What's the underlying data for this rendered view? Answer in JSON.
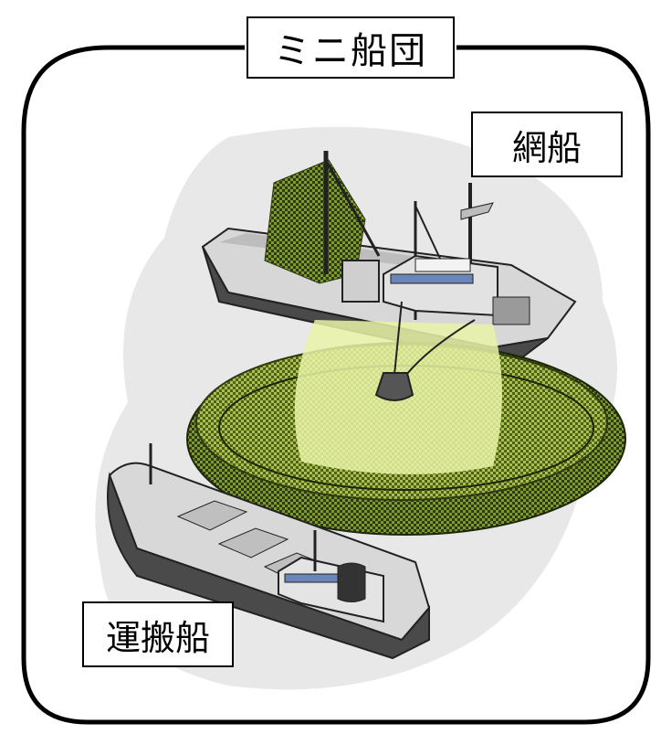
{
  "title": "ミニ船団",
  "labels": {
    "net_boat": "網船",
    "carrier_boat": "運搬船"
  },
  "colors": {
    "net_green": "#8ea63d",
    "light_cone": "#e9f3a6",
    "hull_dark": "#4a4a4a",
    "deck_gray": "#bdbdbd",
    "backdrop": "#e7e7e7"
  }
}
